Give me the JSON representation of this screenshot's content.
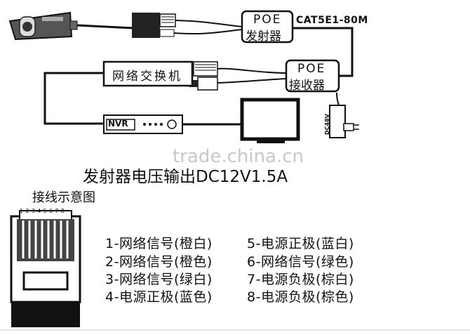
{
  "diagram": {
    "poe_transmitter": {
      "line1": "POE",
      "line2": "发射器"
    },
    "poe_receiver": {
      "line1": "POE",
      "line2": "接收器"
    },
    "cable_label": "CAT5E1-80M",
    "switch_label": "网络交换机",
    "nvr_label": "NVR",
    "adapter_label": "DC48V",
    "watermark": "trade.china.cn",
    "output_caption": "发射器电压输出DC12V1.5A"
  },
  "wiring": {
    "title": "接线示意图",
    "pin_numbers": "12345678",
    "pins": [
      "1-网络信号(橙白)",
      "2-网络信号(橙色)",
      "3-网络信号(绿白)",
      "4-电源正极(蓝色)",
      "5-电源正极(蓝白)",
      "6-网络信号(绿色)",
      "7-电源负极(棕白)",
      "8-电源负极(棕色)"
    ]
  }
}
